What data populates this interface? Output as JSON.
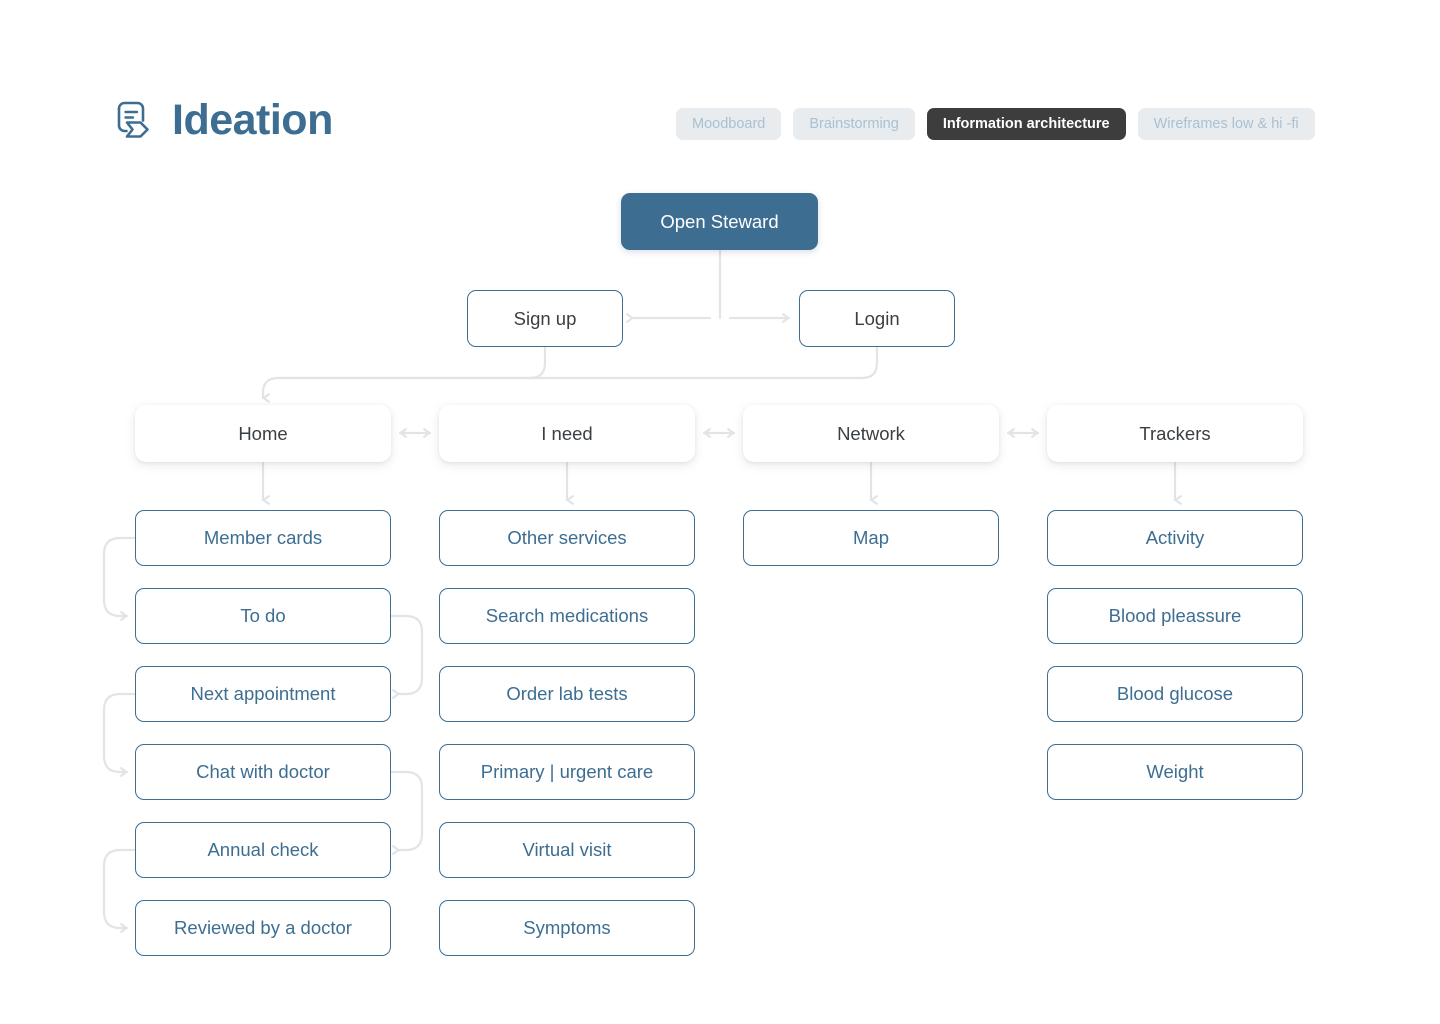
{
  "header": {
    "brand_title": "Ideation",
    "brand_icon": "note-arrow-icon",
    "tabs": [
      {
        "label": "Moodboard",
        "active": false
      },
      {
        "label": "Brainstorming",
        "active": false
      },
      {
        "label": "Information architecture",
        "active": true
      },
      {
        "label": "Wireframes low & hi -fi",
        "active": false
      }
    ]
  },
  "colors": {
    "brand_blue": "#3d6e92",
    "tab_inactive_bg": "#e9ecef",
    "tab_inactive_text": "#a9c0d2",
    "tab_active_bg": "#3d3d3d",
    "tab_active_text": "#ffffff",
    "connector": "#e2e4e6",
    "node_text_dark": "#3a3f44",
    "canvas": "#ffffff"
  },
  "diagram": {
    "root": {
      "label": "Open Steward"
    },
    "auth": [
      {
        "label": "Sign up"
      },
      {
        "label": "Login"
      }
    ],
    "columns": [
      {
        "nav": "Home",
        "items": [
          "Member cards",
          "To do",
          "Next appointment",
          "Chat with doctor",
          "Annual check",
          "Reviewed by a doctor"
        ]
      },
      {
        "nav": "I need",
        "items": [
          "Other services",
          "Search medications",
          "Order lab tests",
          "Primary | urgent care",
          "Virtual visit",
          "Symptoms"
        ]
      },
      {
        "nav": "Network",
        "items": [
          "Map"
        ]
      },
      {
        "nav": "Trackers",
        "items": [
          "Activity",
          "Blood pleassure",
          "Blood glucose",
          "Weight"
        ]
      }
    ]
  }
}
